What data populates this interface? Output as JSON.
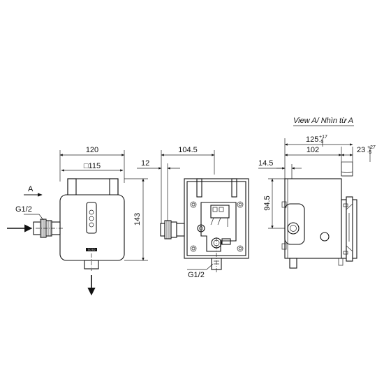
{
  "view_a_title": "View A/ Nhìn từ A",
  "front": {
    "dim_width": "120",
    "dim_inner": "□115",
    "dim_height": "143",
    "arrow_label": "A",
    "inlet_label": "G1/2",
    "logo_text": "TOTO"
  },
  "side": {
    "dim_depth": "104.5",
    "dim_offset": "12",
    "outlet_label": "G1/2"
  },
  "view_a": {
    "dim_total": "125",
    "dim_total_tol_upper": "+17",
    "dim_total_tol_lower": "-5",
    "dim_body": "102",
    "dim_wall": "23",
    "dim_wall_tol_upper": "+27",
    "dim_wall_tol_lower": "-5",
    "dim_left": "14.5",
    "dim_height": "94.5"
  }
}
